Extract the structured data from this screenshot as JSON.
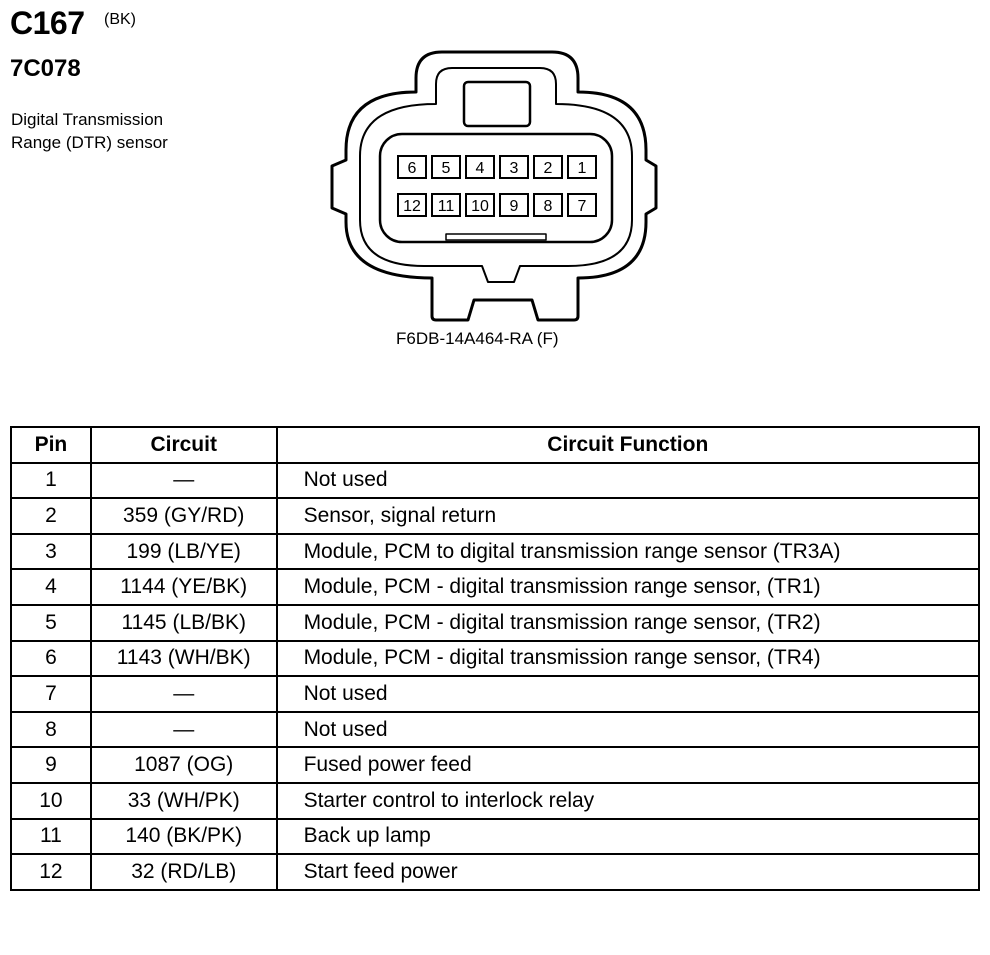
{
  "header": {
    "connector_id": "C167",
    "connector_color": "(BK)",
    "component_id": "7C078",
    "description_lines": [
      "Digital Transmission",
      "Range (DTR) sensor"
    ]
  },
  "connector": {
    "part_number": "F6DB-14A464-RA (F)",
    "top_row_pins": [
      "6",
      "5",
      "4",
      "3",
      "2",
      "1"
    ],
    "bottom_row_pins": [
      "12",
      "11",
      "10",
      "9",
      "8",
      "7"
    ]
  },
  "table": {
    "headers": [
      "Pin",
      "Circuit",
      "Circuit Function"
    ],
    "rows": [
      {
        "pin": "1",
        "circuit": "—",
        "function": "Not used"
      },
      {
        "pin": "2",
        "circuit": "359 (GY/RD)",
        "function": "Sensor, signal return"
      },
      {
        "pin": "3",
        "circuit": "199 (LB/YE)",
        "function": "Module, PCM to digital transmission range sensor (TR3A)"
      },
      {
        "pin": "4",
        "circuit": "1144 (YE/BK)",
        "function": "Module, PCM - digital transmission range sensor, (TR1)"
      },
      {
        "pin": "5",
        "circuit": "1145 (LB/BK)",
        "function": "Module, PCM - digital transmission range sensor, (TR2)"
      },
      {
        "pin": "6",
        "circuit": "1143 (WH/BK)",
        "function": "Module, PCM - digital transmission range sensor, (TR4)"
      },
      {
        "pin": "7",
        "circuit": "—",
        "function": "Not used"
      },
      {
        "pin": "8",
        "circuit": "—",
        "function": "Not used"
      },
      {
        "pin": "9",
        "circuit": "1087 (OG)",
        "function": "Fused power feed"
      },
      {
        "pin": "10",
        "circuit": "33 (WH/PK)",
        "function": "Starter control to interlock relay"
      },
      {
        "pin": "11",
        "circuit": "140 (BK/PK)",
        "function": "Back up lamp"
      },
      {
        "pin": "12",
        "circuit": "32 (RD/LB)",
        "function": "Start feed power"
      }
    ]
  }
}
